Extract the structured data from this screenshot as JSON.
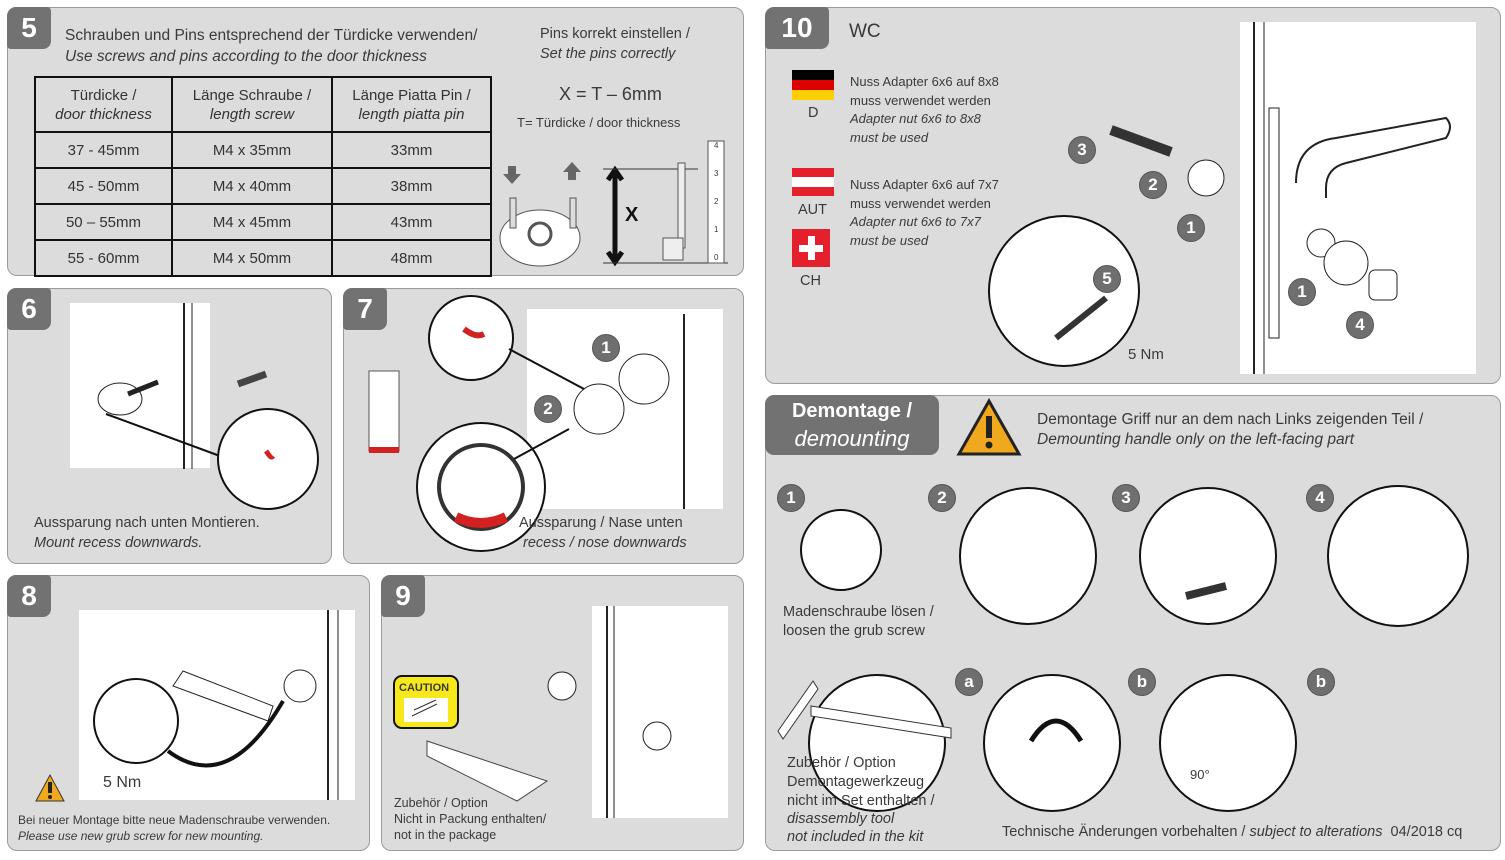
{
  "step5": {
    "num": "5",
    "title_de": "Schrauben und Pins entsprechend der Türdicke verwenden/",
    "title_en": "Use screws and pins according to the door thickness",
    "table": {
      "headers": [
        {
          "de": "Türdicke /",
          "en": "door thickness"
        },
        {
          "de": "Länge Schraube /",
          "en": "length screw"
        },
        {
          "de": "Länge Piatta Pin /",
          "en": "length piatta pin"
        }
      ],
      "rows": [
        [
          "37 - 45mm",
          "M4 x 35mm",
          "33mm"
        ],
        [
          "45 - 50mm",
          "M4 x 40mm",
          "38mm"
        ],
        [
          "50 – 55mm",
          "M4 x 45mm",
          "43mm"
        ],
        [
          "55 - 60mm",
          "M4 x 50mm",
          "48mm"
        ]
      ]
    },
    "pins_de": "Pins korrekt einstellen /",
    "pins_en": "Set the pins correctly",
    "formula": "X = T – 6mm",
    "formula_note": "T= Türdicke / door thickness",
    "x_label": "X",
    "ruler": [
      "4",
      "3",
      "2",
      "1",
      "0"
    ]
  },
  "step6": {
    "num": "6",
    "text_de": "Aussparung nach unten Montieren.",
    "text_en": "Mount recess downwards."
  },
  "step7": {
    "num": "7",
    "text_de": "Aussparung / Nase unten",
    "text_en": "recess / nose downwards",
    "markers": [
      "1",
      "2"
    ]
  },
  "step8": {
    "num": "8",
    "torque": "5 Nm",
    "text_de": "Bei neuer Montage bitte neue Madenschraube verwenden.",
    "text_en": "Please use new grub screw for new mounting."
  },
  "step9": {
    "num": "9",
    "caution": "CAUTION",
    "text1": "Zubehör / Option",
    "text2": "Nicht in Packung enthalten/",
    "text3": "not in the package"
  },
  "step10": {
    "num": "10",
    "title": "WC",
    "de": {
      "label": "D",
      "line1": "Nuss Adapter 6x6 auf 8x8",
      "line2": "muss verwendet werden",
      "line3": "Adapter nut 6x6 to 8x8",
      "line4": "must be used"
    },
    "aut": {
      "label": "AUT",
      "line1": "Nuss Adapter 6x6 auf 7x7",
      "line2": "muss verwendet werden",
      "line3": "Adapter nut 6x6 to 7x7",
      "line4": "must be used"
    },
    "ch": {
      "label": "CH"
    },
    "torque": "5 Nm",
    "markers": [
      "3",
      "2",
      "1",
      "1",
      "4",
      "5"
    ]
  },
  "demount": {
    "title1": "Demontage /",
    "title2": "demounting",
    "warn_de": "Demontage Griff nur an dem nach Links zeigenden Teil /",
    "warn_en": "Demounting handle only on the left-facing part",
    "steps": [
      "1",
      "2",
      "3",
      "4"
    ],
    "step1_de": "Madenschraube lösen /",
    "step1_en": "loosen the grub screw",
    "sub": [
      "a",
      "b",
      "b"
    ],
    "angle": "90°",
    "tool1": "Zubehör / Option",
    "tool2": "Demontagewerkzeug",
    "tool3": "nicht im Set enthalten /",
    "tool4": "disassembly tool",
    "tool5": "not included in the kit",
    "footer_de": "Technische Änderungen vorbehalten / ",
    "footer_en": "subject to alterations",
    "footer_date": "04/2018 cq"
  },
  "colors": {
    "panel": "#dcdcdc",
    "badge": "#727272",
    "accent_red": "#d32020",
    "warning": "#f0a81e",
    "caution_yellow": "#f6e81a"
  }
}
